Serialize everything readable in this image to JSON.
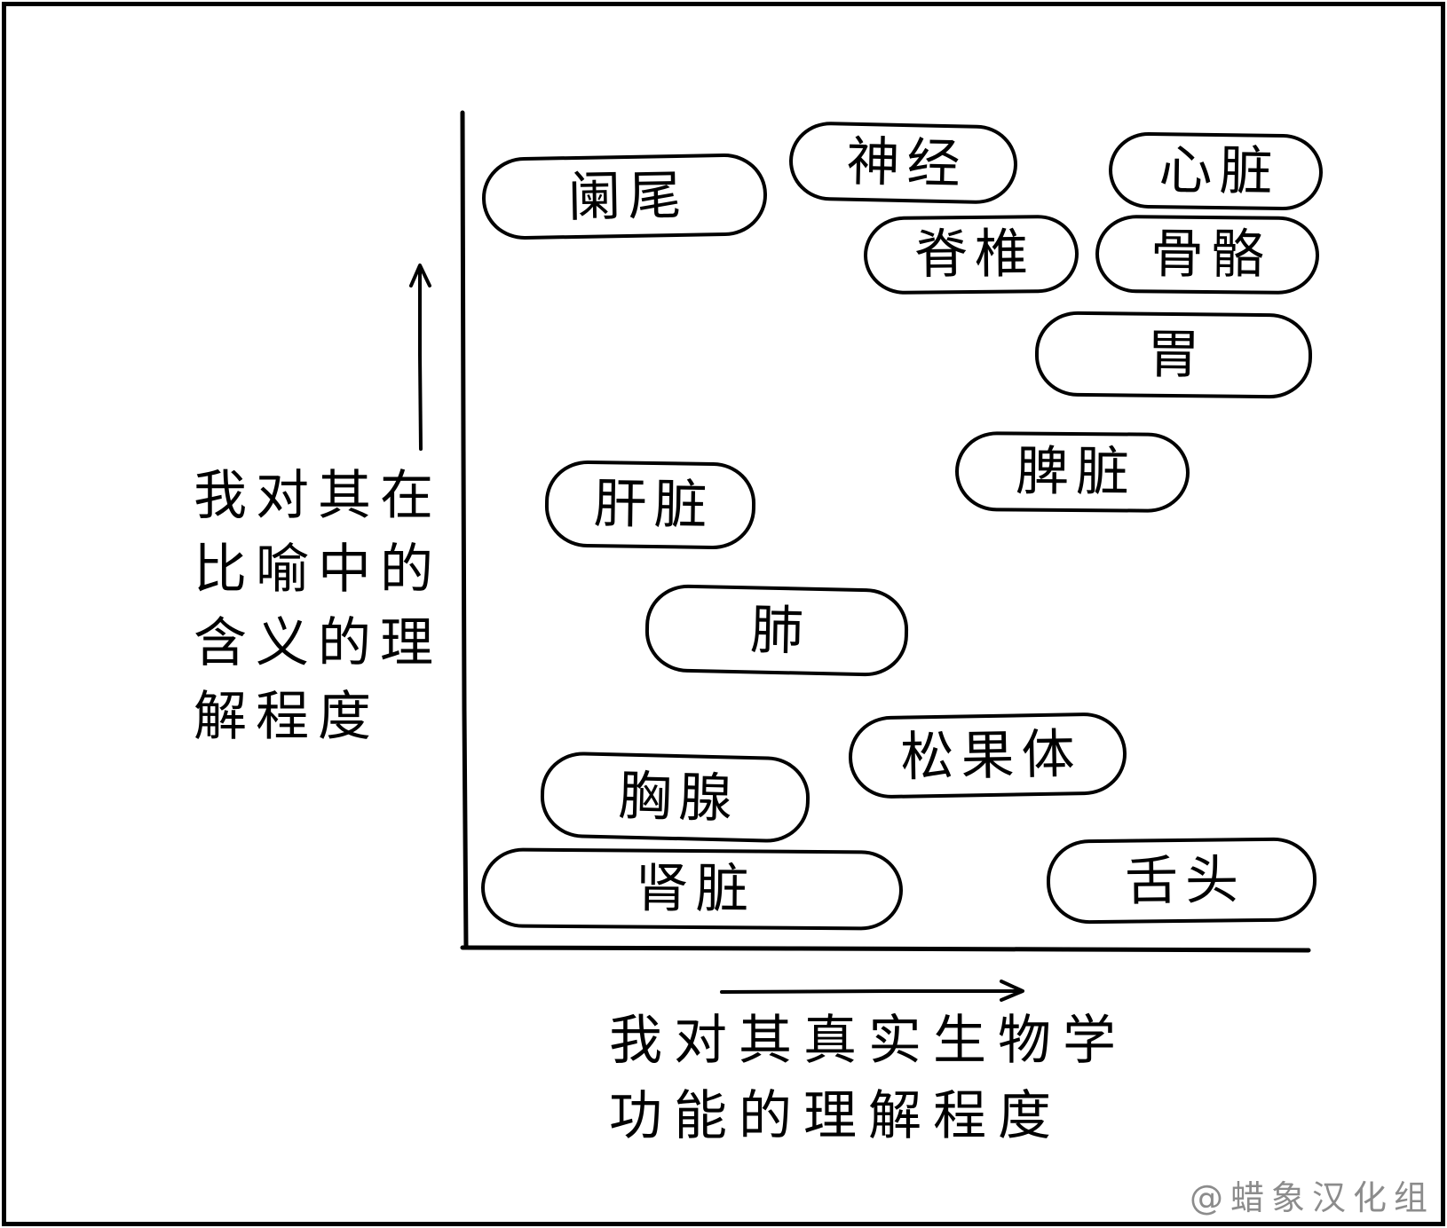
{
  "watermark": "@蜡象汉化组",
  "colors": {
    "ink": "#000000",
    "background": "#ffffff",
    "watermark": "#8c8c8c"
  },
  "chart_data": {
    "type": "scatter",
    "xlabel": "我对其真实生物学\n功能的理解程度",
    "ylabel": "我对其在\n比喻中的\n含义的理\n解程度",
    "xlim": [
      0,
      1
    ],
    "ylim": [
      0,
      1
    ],
    "grid": false,
    "legend": "none",
    "points": [
      {
        "label": "阑尾",
        "x": 0.19,
        "y": 0.9
      },
      {
        "label": "神经",
        "x": 0.52,
        "y": 0.94
      },
      {
        "label": "心脏",
        "x": 0.89,
        "y": 0.93
      },
      {
        "label": "脊椎",
        "x": 0.6,
        "y": 0.83
      },
      {
        "label": "骨骼",
        "x": 0.88,
        "y": 0.83
      },
      {
        "label": "胃",
        "x": 0.84,
        "y": 0.71
      },
      {
        "label": "脾脏",
        "x": 0.72,
        "y": 0.57
      },
      {
        "label": "肝脏",
        "x": 0.22,
        "y": 0.53
      },
      {
        "label": "肺",
        "x": 0.37,
        "y": 0.38
      },
      {
        "label": "松果体",
        "x": 0.62,
        "y": 0.23
      },
      {
        "label": "胸腺",
        "x": 0.25,
        "y": 0.18
      },
      {
        "label": "肾脏",
        "x": 0.27,
        "y": 0.07
      },
      {
        "label": "舌头",
        "x": 0.85,
        "y": 0.08
      }
    ]
  }
}
